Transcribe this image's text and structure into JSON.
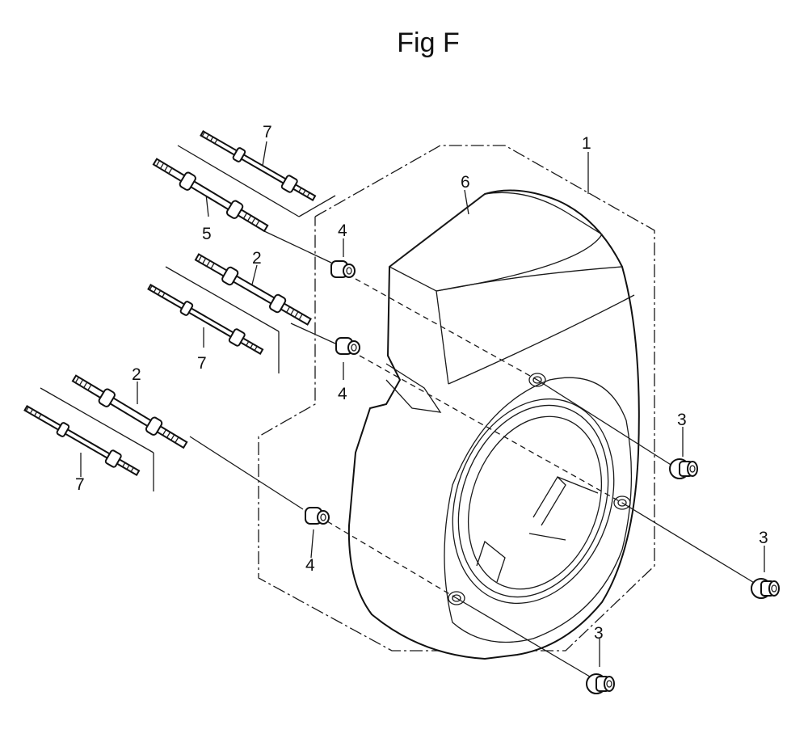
{
  "figure": {
    "title": "Fig F"
  },
  "callouts": [
    {
      "id": "c1",
      "label": "1"
    },
    {
      "id": "c6",
      "label": "6"
    },
    {
      "id": "c7a",
      "label": "7"
    },
    {
      "id": "c5",
      "label": "5"
    },
    {
      "id": "c4a",
      "label": "4"
    },
    {
      "id": "c2a",
      "label": "2"
    },
    {
      "id": "c7b",
      "label": "7"
    },
    {
      "id": "c4b",
      "label": "4"
    },
    {
      "id": "c2b",
      "label": "2"
    },
    {
      "id": "c7c",
      "label": "7"
    },
    {
      "id": "c3a",
      "label": "3"
    },
    {
      "id": "c3b",
      "label": "3"
    },
    {
      "id": "c4c",
      "label": "4"
    },
    {
      "id": "c3c",
      "label": "3"
    }
  ]
}
